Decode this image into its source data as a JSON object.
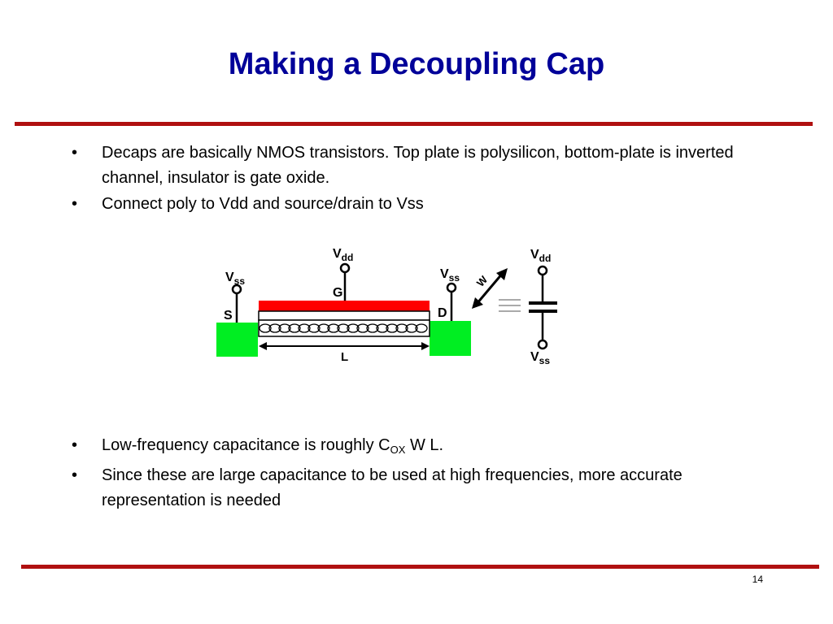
{
  "slide": {
    "title": "Making a Decoupling Cap",
    "page_number": "14"
  },
  "bullets_top": [
    {
      "text": "Decaps are basically NMOS transistors.  Top plate is polysilicon, bottom-plate is inverted channel, insulator is gate oxide."
    },
    {
      "text": "Connect poly to Vdd and source/drain to Vss"
    }
  ],
  "bullets_bottom": [
    {
      "pre": "Low-frequency capacitance is roughly C",
      "sub": "OX",
      "post": " W L."
    },
    {
      "text": "Since these are large capacitance to be used at high frequencies, more accurate representation is needed"
    }
  ],
  "diagram": {
    "vss_left": {
      "main": "V",
      "sub": "ss"
    },
    "vdd_gate": {
      "main": "V",
      "sub": "dd"
    },
    "vss_right": {
      "main": "V",
      "sub": "ss"
    },
    "gate_label": "G",
    "source_label": "S",
    "drain_label": "D",
    "length_label": "L",
    "width_label": "W",
    "cap_vdd": {
      "main": "V",
      "sub": "dd"
    },
    "cap_vss": {
      "main": "V",
      "sub": "ss"
    },
    "colors": {
      "poly": "#ff0000",
      "diffusion": "#00ee22",
      "title": "#000099",
      "rule": "#b01010"
    }
  }
}
